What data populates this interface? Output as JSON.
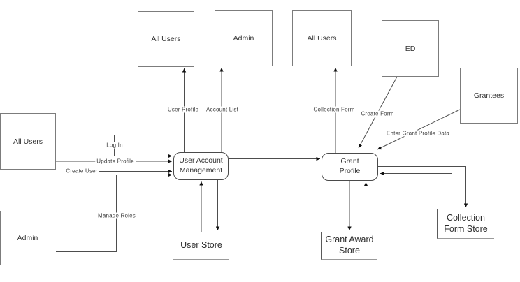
{
  "diagram_type": "data-flow-diagram",
  "entities": {
    "all_users_top_left": "All Users",
    "admin_top": "Admin",
    "all_users_top_right": "All Users",
    "ed": "ED",
    "grantees": "Grantees",
    "all_users_left": "All Users",
    "admin_left": "Admin"
  },
  "processes": {
    "user_account_management": "User Account\nManagement",
    "grant_profile": "Grant\nProfile"
  },
  "data_stores": {
    "user_store": "User Store",
    "grant_award_store": "Grant Award\nStore",
    "collection_form_store": "Collection\nForm Store"
  },
  "flows": {
    "user_profile": "User Profile",
    "account_list": "Account List",
    "collection_form": "Collection Form",
    "create_form": "Create Form",
    "enter_grant_profile_data": "Enter Grant Profile Data",
    "log_in": "Log In",
    "update_profile": "Update Profile",
    "create_user": "Create User",
    "manage_roles": "Manage Roles"
  },
  "colors": {
    "background": "#ffffff",
    "entity_border": "#7c7c7c",
    "process_border": "#4a4a4a",
    "store_border": "#9a9a9a",
    "connector": "#4d4d4d",
    "arrowhead": "#111111",
    "text": "#343434"
  }
}
